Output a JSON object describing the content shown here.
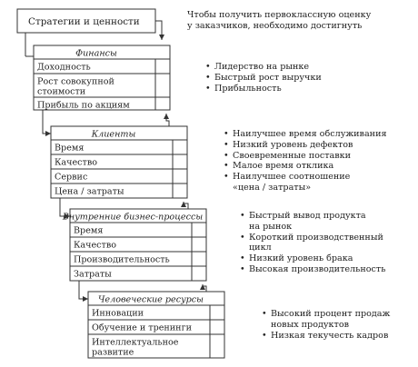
{
  "top_box": "Стратегии и ценности",
  "intro_note": "Чтобы получить первоклассную оценку\nу заказчиков, необходимо достигнуть",
  "panels": [
    {
      "title": "Финансы",
      "rows": [
        "Доходность",
        "Рост совокупной\nстоимости",
        "Прибыль по акциям"
      ],
      "bullets": [
        "Лидерство на рынке",
        "Быстрый рост выручки",
        "Прибыльность"
      ]
    },
    {
      "title": "Клиенты",
      "rows": [
        "Время",
        "Качество",
        "Сервис",
        "Цена / затраты"
      ],
      "bullets": [
        "Наилучшее время обслуживания",
        "Низкий уровень дефектов",
        "Своевременные поставки",
        "Малое время отклика",
        "Наилучшее соотношение\n«цена / затраты»"
      ]
    },
    {
      "title": "Внутренние бизнес-процессы",
      "rows": [
        "Время",
        "Качество",
        "Производительность",
        "Затраты"
      ],
      "bullets": [
        "Быстрый вывод продукта\nна рынок",
        "Короткий производственный\nцикл",
        "Низкий уровень брака",
        "Высокая производительность"
      ]
    },
    {
      "title": "Человеческие ресурсы",
      "rows": [
        "Инновации",
        "Обучение и тренинги",
        "Интеллектуальное\nразвитие"
      ],
      "bullets": [
        "Высокий процент продаж\nновых продуктов",
        "Низкая текучесть кадров"
      ]
    }
  ]
}
